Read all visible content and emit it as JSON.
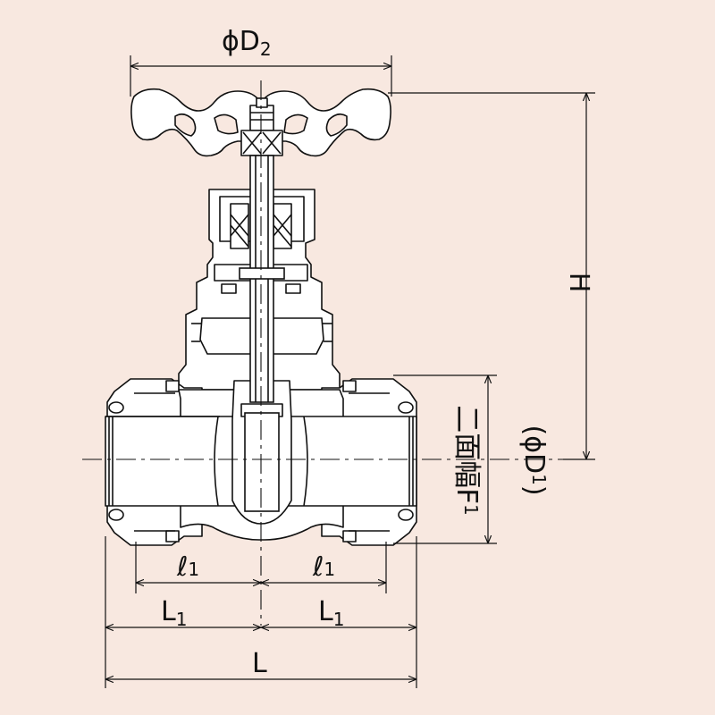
{
  "labels": {
    "d2_phi": "ϕD",
    "d2_sub": "2",
    "h": "H",
    "width_across_flats": "二面幅F",
    "width_across_flats_sub": "1",
    "d1_open": "(",
    "d1_phi": "ϕD",
    "d1_sub": "1",
    "d1_close": ")",
    "l_small": "ℓ",
    "l_small_sub": "1",
    "l_big": "L",
    "l_big_sub": "1",
    "total_length": "L"
  },
  "colors": {
    "background": "#f8e8e0",
    "body_fill": "#ffffff",
    "line": "#111111"
  }
}
